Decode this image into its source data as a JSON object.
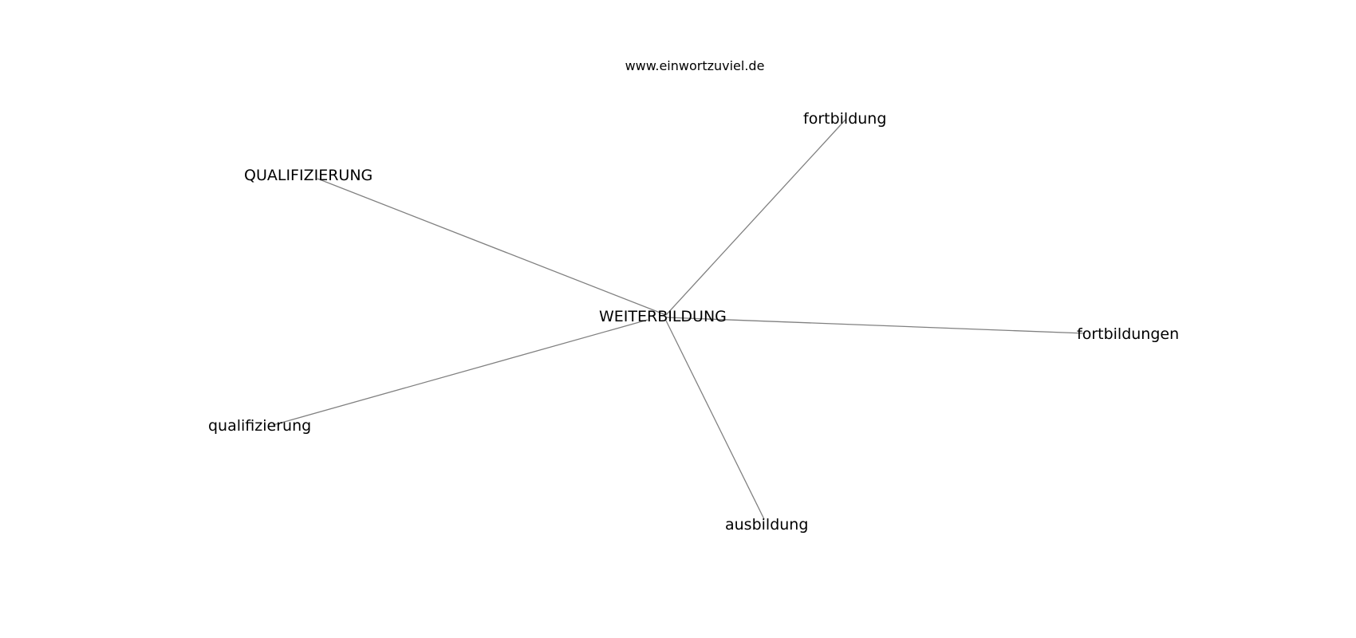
{
  "source": "www.einwortzuviel.de",
  "center_word": "WEITERBILDUNG",
  "related_words": [
    "fortbildung",
    "QUALIFIZIERUNG",
    "fortbildungen",
    "qualifizierung",
    "ausbildung"
  ],
  "colors": {
    "edge": "#808080",
    "text": "#000000",
    "background": "#ffffff"
  }
}
